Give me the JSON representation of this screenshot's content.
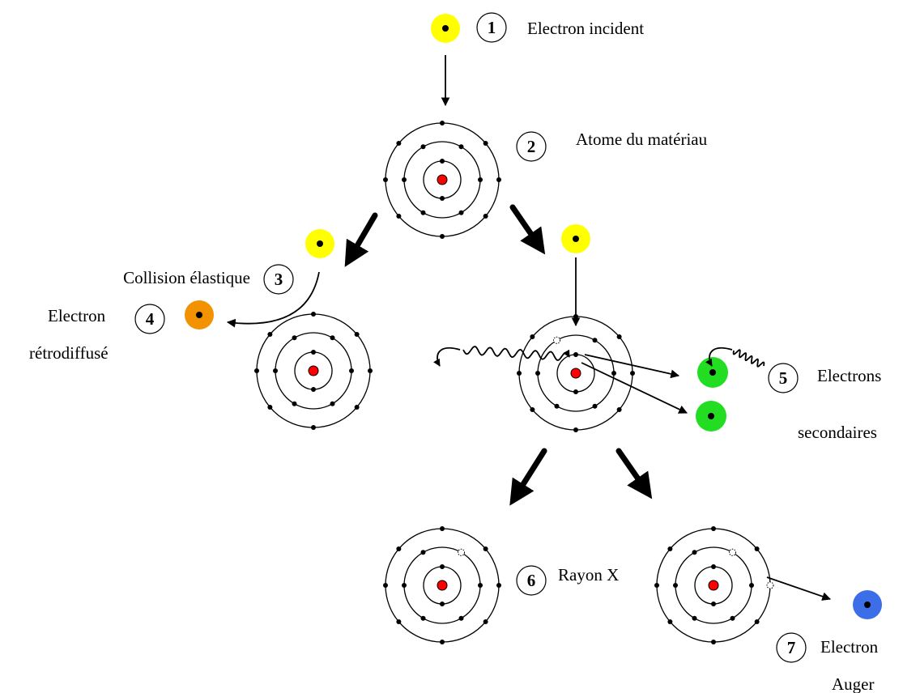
{
  "steps": {
    "s1": {
      "num": "1",
      "label": "Electron incident"
    },
    "s2": {
      "num": "2",
      "label": "Atome du matériau"
    },
    "s3": {
      "num": "3",
      "label": "Collision élastique"
    },
    "s4": {
      "num": "4",
      "label_line1": "Electron",
      "label_line2": "rétrodiffusé"
    },
    "s5": {
      "num": "5",
      "label_line1": "Electrons",
      "label_line2": "secondaires"
    },
    "s6": {
      "num": "6",
      "label": "Rayon X"
    },
    "s7": {
      "num": "7",
      "label_line1": "Electron",
      "label_line2": "Auger"
    }
  },
  "colors": {
    "incident_electron": "#ffff00",
    "backscattered_electron": "#f39200",
    "secondary_electron": "#22dd22",
    "auger_electron": "#3c6ee8",
    "nucleus": "#ff0000"
  }
}
